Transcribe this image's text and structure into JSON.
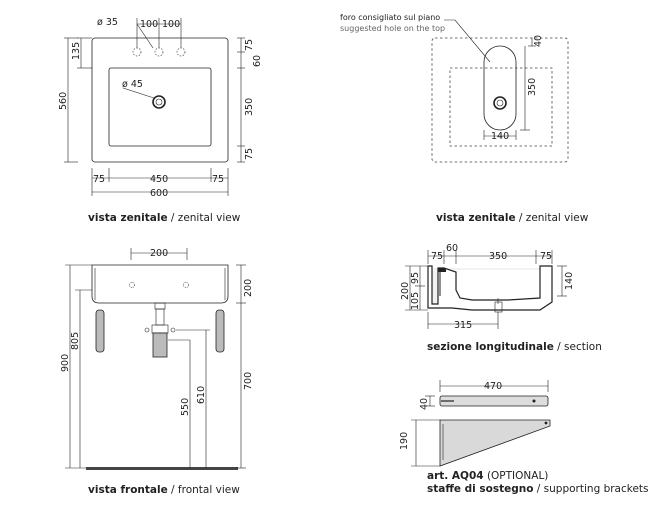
{
  "top_view": {
    "dims": {
      "hole_dia_top": "ø 35",
      "spacing_left": "100",
      "spacing_right": "100",
      "left_135": "135",
      "left_560": "560",
      "right_75_top": "75",
      "right_60": "60",
      "right_350": "350",
      "right_75_bottom": "75",
      "drain_dia": "ø 45",
      "bottom_75_left": "75",
      "bottom_450": "450",
      "bottom_75_right": "75",
      "bottom_600": "600"
    },
    "caption_bold": "vista zenitale",
    "caption_rest": " / zenital view"
  },
  "hole_view": {
    "note_it": "foro consigliato sul piano",
    "note_en": "suggested hole on the top",
    "dims": {
      "d40": "40",
      "d350": "350",
      "d140": "140"
    },
    "caption_bold": "vista zenitale",
    "caption_rest": " / zenital view"
  },
  "front_view": {
    "dims": {
      "d200_top": "200",
      "d200_right": "200",
      "d900": "900",
      "d805": "805",
      "d550": "550",
      "d610": "610",
      "d700": "700"
    },
    "caption_bold": "vista frontale",
    "caption_rest": " / frontal view"
  },
  "section_view": {
    "dims": {
      "d75_left": "75",
      "d60": "60",
      "d350": "350",
      "d75_right": "75",
      "d200": "200",
      "d105": "105",
      "d95": "95",
      "d140": "140",
      "d315": "315"
    },
    "caption_bold": "sezione longitudinale",
    "caption_rest": " / section"
  },
  "bracket_view": {
    "dims": {
      "d470": "470",
      "d40": "40",
      "d190": "190"
    },
    "art_bold": "art. AQ04",
    "art_rest": "(OPTIONAL)",
    "caption_bold": "staffe di sostegno",
    "caption_rest": " / supporting brackets"
  }
}
